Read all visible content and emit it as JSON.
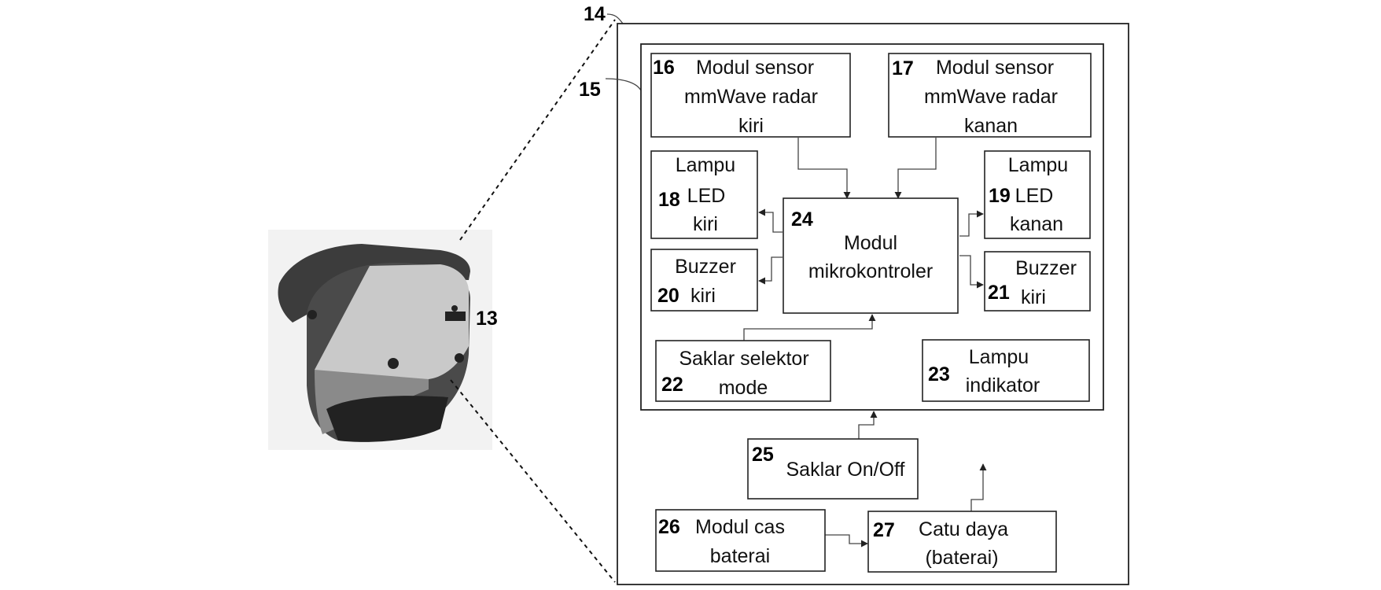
{
  "callouts": {
    "helmet": "13",
    "device": "14",
    "control_unit": "15"
  },
  "blocks": {
    "b16": {
      "num": "16",
      "lines": [
        "Modul sensor",
        "mmWave radar",
        "kiri"
      ]
    },
    "b17": {
      "num": "17",
      "lines": [
        "Modul sensor",
        "mmWave radar",
        "kanan"
      ]
    },
    "b18": {
      "num": "18",
      "lines": [
        "Lampu",
        "LED",
        "kiri"
      ]
    },
    "b19": {
      "num": "19",
      "lines": [
        "Lampu",
        "LED",
        "kanan"
      ]
    },
    "b20": {
      "num": "20",
      "lines": [
        "Buzzer",
        "kiri"
      ]
    },
    "b21": {
      "num": "21",
      "lines": [
        "Buzzer",
        "kiri"
      ]
    },
    "b22": {
      "num": "22",
      "lines": [
        "Saklar selektor",
        "mode"
      ]
    },
    "b23": {
      "num": "23",
      "lines": [
        "Lampu",
        "indikator"
      ]
    },
    "b24": {
      "num": "24",
      "lines": [
        "Modul",
        "mikrokontroler"
      ]
    },
    "b25": {
      "num": "25",
      "lines": [
        "Saklar On/Off"
      ]
    },
    "b26": {
      "num": "26",
      "lines": [
        "Modul cas",
        "baterai"
      ]
    },
    "b27": {
      "num": "27",
      "lines": [
        "Catu daya",
        "(baterai)"
      ]
    }
  },
  "colors": {
    "stroke": "#222222",
    "helmet_dark": "#3c3c3c",
    "helmet_light": "#c9c9c9",
    "panel_bg": "#f2f2f2"
  }
}
